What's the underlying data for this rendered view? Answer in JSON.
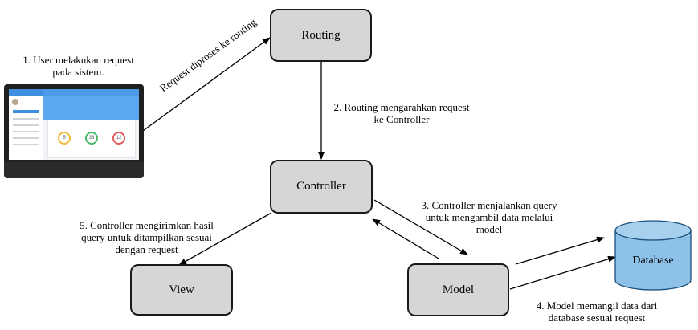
{
  "nodes": {
    "routing": "Routing",
    "controller": "Controller",
    "view": "View",
    "model": "Model",
    "database": "Database"
  },
  "labels": {
    "step1_line1": "1. User melakukan request",
    "step1_line2": "pada sistem.",
    "arrow_request": "Request diproses ke routing",
    "step2_line1": "2. Routing mengarahkan request",
    "step2_line2": "ke Controller",
    "step3_line1": "3. Controller menjalankan query",
    "step3_line2": "untuk mengambil data melalui",
    "step3_line3": "model",
    "step4_line1": "4. Model memangil data dari",
    "step4_line2": "database sesuai request",
    "step5_line1": "5.  Controller mengirimkan hasil",
    "step5_line2": "query untuk ditampilkan sesuai",
    "step5_line3": "dengan request"
  },
  "dashboard": {
    "values": [
      "5",
      "36",
      "12"
    ]
  },
  "colors": {
    "node_fill": "#d6d6d6",
    "database_fill": "#8ec1e8",
    "dashboard_accent": "#3e8fe0"
  }
}
